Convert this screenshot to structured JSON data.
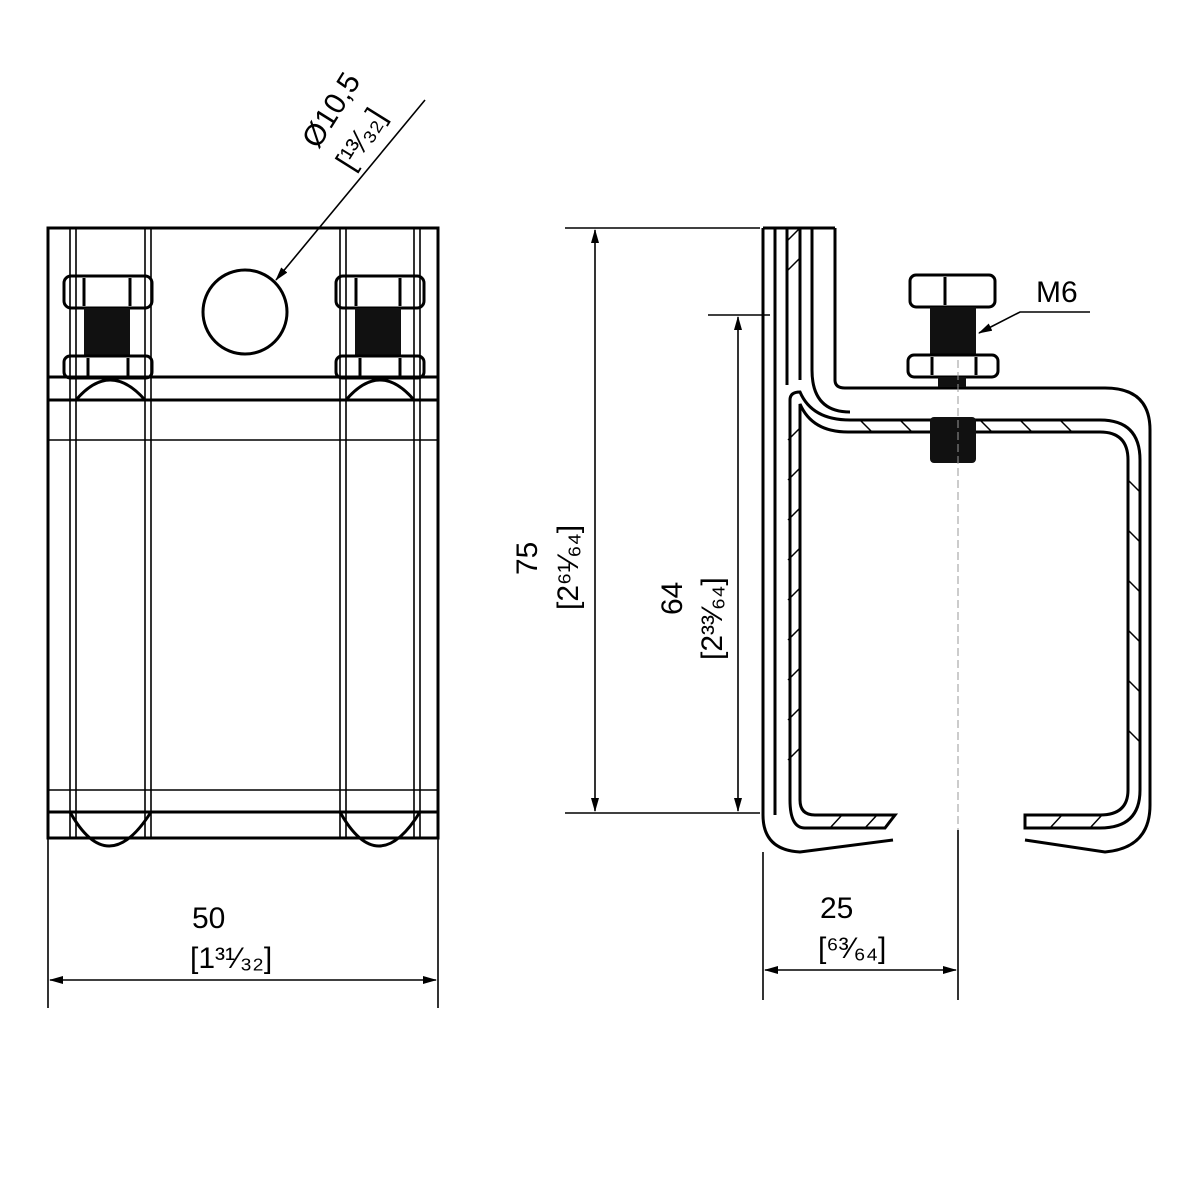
{
  "drawing": {
    "hole_dim": {
      "value": "Ø10,5",
      "imperial": "[¹³⁄₃₂]"
    },
    "width_dim": {
      "value": "50",
      "imperial": "[1³¹⁄₃₂]"
    },
    "height_dim": {
      "value": "75",
      "imperial": "[2⁶¹⁄₆₄]"
    },
    "inner_height_dim": {
      "value": "64",
      "imperial": "[2³³⁄₆₄]"
    },
    "depth_dim": {
      "value": "25",
      "imperial": "[⁶³⁄₆₄]"
    },
    "bolt_label": "M6"
  }
}
